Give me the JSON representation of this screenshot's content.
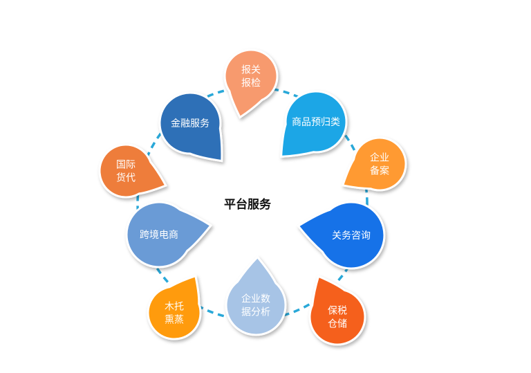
{
  "center_label": "平台服务",
  "ring_color": "#29a8d8",
  "nodes": [
    {
      "id": "customs",
      "lines": [
        "报关",
        "报检"
      ],
      "color": "#f79a6e",
      "icon": "teardrop-shape"
    },
    {
      "id": "commodity-classification",
      "lines": [
        "商品预归类"
      ],
      "color": "#1aa6e6",
      "icon": "teardrop-shape"
    },
    {
      "id": "enterprise-filing",
      "lines": [
        "企业",
        "备案"
      ],
      "color": "#ff9a32",
      "icon": "teardrop-shape"
    },
    {
      "id": "customs-consulting",
      "lines": [
        "关务咨询"
      ],
      "color": "#1672e8",
      "icon": "teardrop-shape"
    },
    {
      "id": "bonded-warehouse",
      "lines": [
        "保税",
        "仓储"
      ],
      "color": "#f5601a",
      "icon": "teardrop-shape"
    },
    {
      "id": "enterprise-data-analysis",
      "lines": [
        "企业数",
        "据分析"
      ],
      "color": "#a7c4e6",
      "icon": "teardrop-shape"
    },
    {
      "id": "wood-fumigation",
      "lines": [
        "木托",
        "熏蒸"
      ],
      "color": "#ff9b0c",
      "icon": "teardrop-shape"
    },
    {
      "id": "cross-border-ecommerce",
      "lines": [
        "跨境电商"
      ],
      "color": "#6a9bd6",
      "icon": "teardrop-shape"
    },
    {
      "id": "international-freight",
      "lines": [
        "国际",
        "货代"
      ],
      "color": "#ee7d3a",
      "icon": "teardrop-shape"
    },
    {
      "id": "financial-services",
      "lines": [
        "金融服务"
      ],
      "color": "#2e6fb7",
      "icon": "teardrop-shape"
    }
  ]
}
